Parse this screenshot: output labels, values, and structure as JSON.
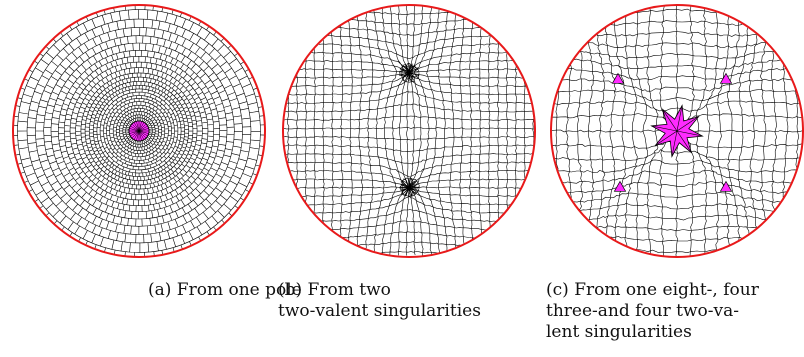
{
  "panels": [
    {
      "id": "a",
      "caption_lines": [
        "(a) From one pole"
      ],
      "singularities": [
        {
          "type": "pole"
        }
      ]
    },
    {
      "id": "b",
      "caption_lines": [
        "(b) From two",
        "two-valent singularities"
      ],
      "singularities": [
        {
          "type": "two-valent"
        },
        {
          "type": "two-valent"
        }
      ]
    },
    {
      "id": "c",
      "caption_lines": [
        "(c) From one eight-, four",
        "three-and four two-va-",
        "lent singularities"
      ],
      "singularities": [
        {
          "type": "eight-valent",
          "count": 1
        },
        {
          "type": "three-valent",
          "count": 4
        }
      ]
    }
  ],
  "colors": {
    "boundary": "#e8191a",
    "mesh": "#000000",
    "singularity_fill": "#ff2bff",
    "background": "#ffffff"
  }
}
